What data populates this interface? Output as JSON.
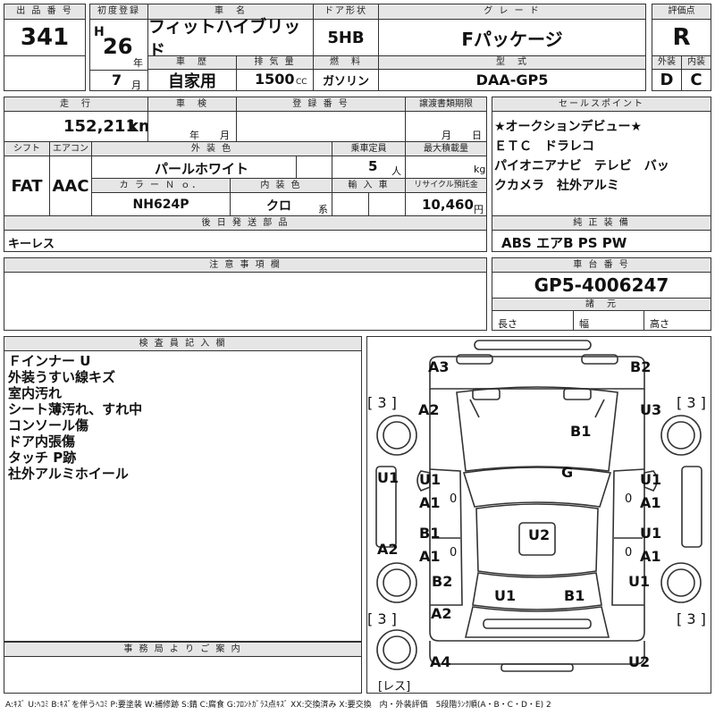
{
  "headers": {
    "lot_no": "出 品 番 号",
    "first_reg": "初度登録",
    "car_name": "車　名",
    "door": "ドア形状",
    "grade": "グ レ ー ド",
    "score": "評価点",
    "history": "車　歴",
    "displacement": "排 気 量",
    "fuel": "燃　料",
    "model": "型　式",
    "exterior": "外装",
    "interior": "内装",
    "mileage": "走　行",
    "inspection": "車　検",
    "reg_no": "登 録 番 号",
    "transfer": "譲渡書類期限",
    "sales_points": "セールスポイント",
    "shift": "シフト",
    "aircon": "エアコン",
    "ext_color": "外 装 色",
    "capacity": "乗車定員",
    "max_load": "最大積載量",
    "color_no": "カ ラ ー Ｎ ｏ．",
    "int_color": "内 装 色",
    "import": "輸 入 車",
    "recycle": "リサイクル預託金",
    "later_parts": "後 日 発 送 部 品",
    "genuine_equip": "純 正 装 備",
    "caution": "注 意 事 項 欄",
    "chassis_no": "車 台 番 号",
    "specs": "諸　元",
    "inspector": "検 査 員 記 入 欄",
    "office": "事 務 局 よ り ご 案 内"
  },
  "lot_no": "341",
  "first_reg": {
    "era": "H",
    "year": "26",
    "year_unit": "年",
    "month": "7",
    "month_unit": "月"
  },
  "car_name": "フィットハイブリッド",
  "door": "5HB",
  "grade": "Fパッケージ",
  "score": "R",
  "history": "自家用",
  "displacement": "1500",
  "displacement_unit": "CC",
  "fuel": "ガソリン",
  "model": "DAA-GP5",
  "exterior_score": "D",
  "interior_score": "C",
  "mileage": "152,211",
  "mileage_unit": "km",
  "inspection_year_unit": "年",
  "inspection_month_unit": "月",
  "transfer_month_unit": "月",
  "transfer_day_unit": "日",
  "sales_points": [
    "★オークションデビュー★",
    "ＥＴＣ　ドラレコ",
    "パイオニアナビ　テレビ　バッ",
    "クカメラ　社外アルミ"
  ],
  "shift": "FAT",
  "aircon": "AAC",
  "ext_color": "パールホワイト",
  "capacity": "5",
  "capacity_unit": "人",
  "max_load_unit": "kg",
  "color_no": "NH624P",
  "int_color": "クロ",
  "int_color_suffix": "系",
  "recycle": "10,460",
  "recycle_unit": "円",
  "later_parts": "キーレス",
  "genuine_equip": "ABS エアB PS PW",
  "chassis_no": "GP5-4006247",
  "specs": {
    "length": "長さ",
    "width": "幅",
    "height": "高さ"
  },
  "notes": [
    "Ｆインナー U",
    "外装うすい線キズ",
    "室内汚れ",
    "シート薄汚れ、すれ中",
    "コンソール傷",
    "ドア内張傷",
    "タッチ P跡",
    "社外アルミホイール"
  ],
  "damage": {
    "a3": "A3",
    "b2_top": "B2",
    "three_tl": "[ 3 ]",
    "three_tr": "[ 3 ]",
    "a2_l": "A2",
    "u3": "U3",
    "b1_hood": "B1",
    "u1_l": "U1",
    "g": "G",
    "u1_fl": "U1",
    "a1_fl": "A1",
    "u1_fr": "U1",
    "a1_fr": "A1",
    "b1_rl": "B1",
    "a1_rl": "A1",
    "u2_roof": "U2",
    "u1_rr": "U1",
    "a1_rr": "A1",
    "a2_l2": "A2",
    "b2_rear": "B2",
    "u1_r": "U1",
    "u1_trunk": "U1",
    "b1_trunk": "B1",
    "three_bl": "[ 3 ]",
    "three_br": "[ 3 ]",
    "a2_rear": "A2",
    "a4": "A4",
    "u2_rear": "U2",
    "zero1": "0",
    "zero2": "0",
    "zero3": "0",
    "zero4": "0",
    "spare": "[レス]"
  },
  "legend": "A:ｷｽﾞ U:ﾍｺﾐ B:ｷｽﾞを伴うﾍｺﾐ P:要塗装 W:補修跡 S:錆 C:腐食 G:ﾌﾛﾝﾄｶﾞﾗｽ点ｷｽﾞ XX:交換済み X:要交換　内・外装評価　5段階ﾗﾝｸ順(A・B・C・D・E) 2"
}
